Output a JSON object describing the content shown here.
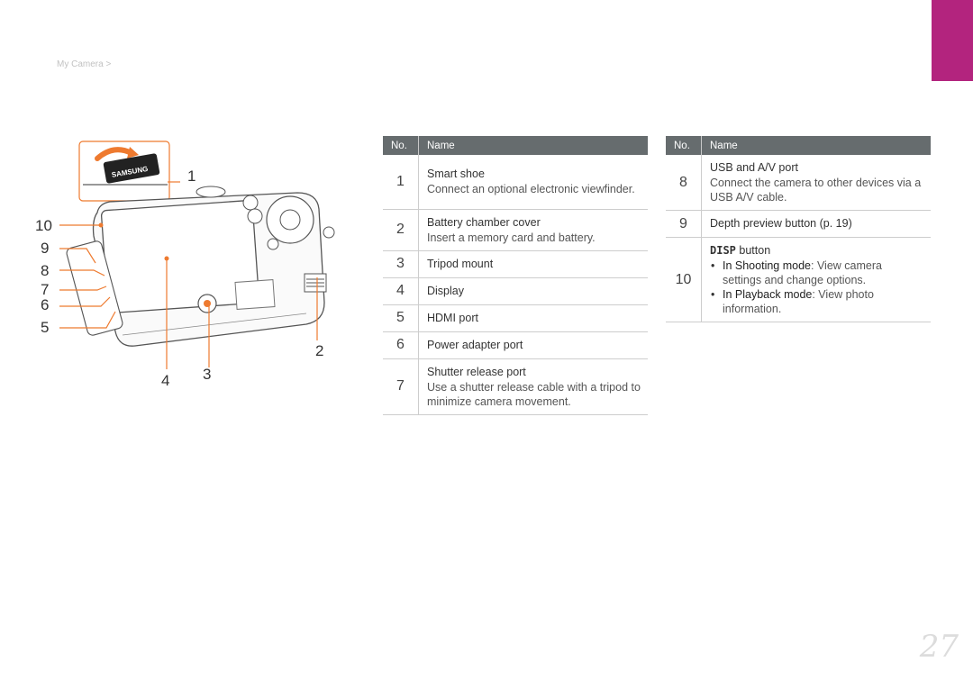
{
  "header": {
    "breadcrumb": "My Camera >"
  },
  "page_number": "27",
  "table_left": {
    "col_no": "No.",
    "col_name": "Name",
    "rows": [
      {
        "no": "1",
        "title": "Smart shoe",
        "desc": "Connect an optional electronic viewfinder."
      },
      {
        "no": "2",
        "title": "Battery chamber cover",
        "desc": "Insert a memory card and battery."
      },
      {
        "no": "3",
        "title": "Tripod mount",
        "desc": ""
      },
      {
        "no": "4",
        "title": "Display",
        "desc": ""
      },
      {
        "no": "5",
        "title": "HDMI port",
        "desc": ""
      },
      {
        "no": "6",
        "title": "Power adapter port",
        "desc": ""
      },
      {
        "no": "7",
        "title": "Shutter release port",
        "desc": "Use a shutter release cable with a tripod to minimize camera movement."
      }
    ]
  },
  "table_right": {
    "col_no": "No.",
    "col_name": "Name",
    "row8": {
      "no": "8",
      "title": "USB and A/V port",
      "desc": "Connect the camera to other devices via a USB A/V cable."
    },
    "row9": {
      "no": "9",
      "title": "Depth preview button (p. 19)"
    },
    "row10": {
      "no": "10",
      "disp_label": "DISP",
      "title_suffix": "button",
      "b1_mode": "In Shooting mode",
      "b1_text": ": View camera settings and change options.",
      "b2_mode": "In Playback mode",
      "b2_text": ": View photo information."
    }
  },
  "figure": {
    "brand_label": "SAMSUNG",
    "callouts": [
      "1",
      "2",
      "3",
      "4",
      "5",
      "6",
      "7",
      "8",
      "9",
      "10"
    ],
    "accent_color": "#ee7a2f",
    "tab_color": "#b3247e"
  }
}
